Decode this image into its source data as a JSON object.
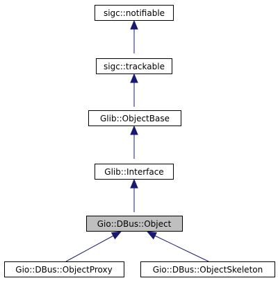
{
  "nodes": [
    {
      "id": "notifiable",
      "label": "sigc::notifiable",
      "current": false
    },
    {
      "id": "trackable",
      "label": "sigc::trackable",
      "current": false
    },
    {
      "id": "objectbase",
      "label": "Glib::ObjectBase",
      "current": false
    },
    {
      "id": "interface",
      "label": "Glib::Interface",
      "current": false
    },
    {
      "id": "object",
      "label": "Gio::DBus::Object",
      "current": true
    },
    {
      "id": "proxy",
      "label": "Gio::DBus::ObjectProxy",
      "current": false
    },
    {
      "id": "skeleton",
      "label": "Gio::DBus::ObjectSkeleton",
      "current": false
    }
  ],
  "edges": [
    {
      "from": "trackable",
      "to": "notifiable"
    },
    {
      "from": "objectbase",
      "to": "trackable"
    },
    {
      "from": "interface",
      "to": "objectbase"
    },
    {
      "from": "object",
      "to": "interface"
    },
    {
      "from": "proxy",
      "to": "object"
    },
    {
      "from": "skeleton",
      "to": "object"
    }
  ],
  "colors": {
    "edge": "#191970",
    "current_fill": "#bfbfbf",
    "node_fill": "#ffffff",
    "border": "#000000"
  }
}
